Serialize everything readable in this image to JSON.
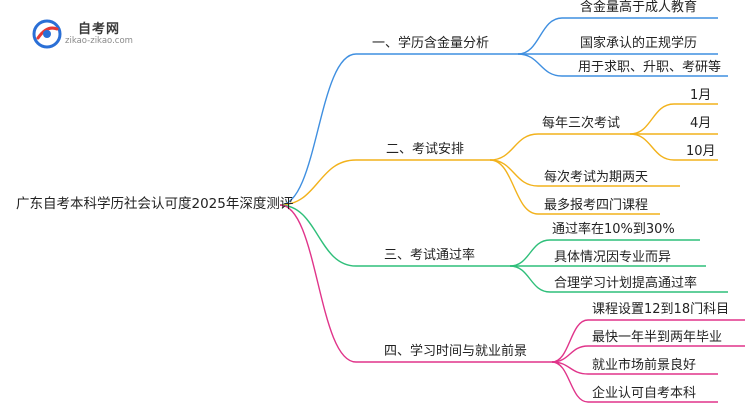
{
  "logo": {
    "title": "自考网",
    "url": "zikao-zikao.com",
    "colors": {
      "blue": "#2a6fd6",
      "red": "#e53935"
    }
  },
  "colors": {
    "branch1": "#3f8fe0",
    "branch2": "#f2b21c",
    "branch3": "#2fbf7a",
    "branch4": "#e0348a"
  },
  "root": {
    "label": "广东自考本科学历社会认可度2025年深度测评"
  },
  "branches": [
    {
      "label": "一、学历含金量分析",
      "children": [
        {
          "label": "含金量高于成人教育"
        },
        {
          "label": "国家承认的正规学历"
        },
        {
          "label": "用于求职、升职、考研等"
        }
      ]
    },
    {
      "label": "二、考试安排",
      "children": [
        {
          "label": "每年三次考试",
          "children": [
            {
              "label": "1月"
            },
            {
              "label": "4月"
            },
            {
              "label": "10月"
            }
          ]
        },
        {
          "label": "每次考试为期两天"
        },
        {
          "label": "最多报考四门课程"
        }
      ]
    },
    {
      "label": "三、考试通过率",
      "children": [
        {
          "label": "通过率在10%到30%"
        },
        {
          "label": "具体情况因专业而异"
        },
        {
          "label": "合理学习计划提高通过率"
        }
      ]
    },
    {
      "label": "四、学习时间与就业前景",
      "children": [
        {
          "label": "课程设置12到18门科目"
        },
        {
          "label": "最快一年半到两年毕业"
        },
        {
          "label": "就业市场前景良好"
        },
        {
          "label": "企业认可自考本科"
        }
      ]
    }
  ]
}
